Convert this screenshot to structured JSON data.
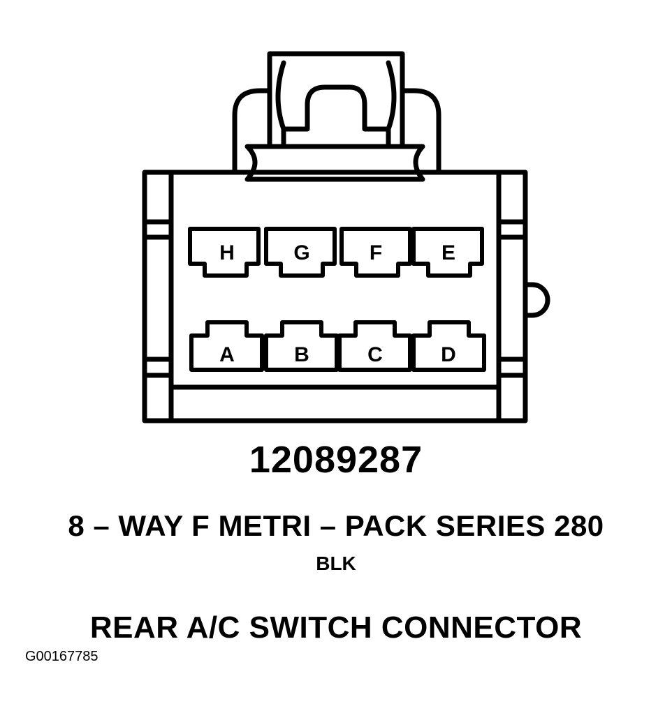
{
  "connector": {
    "pins_top": [
      "H",
      "G",
      "F",
      "E"
    ],
    "pins_bottom": [
      "A",
      "B",
      "C",
      "D"
    ]
  },
  "part_number": "12089287",
  "connector_type": "8 – WAY F METRI – PACK SERIES 280",
  "color_code": "BLK",
  "connector_name": "REAR A/C SWITCH CONNECTOR",
  "figure_id": "G00167785"
}
